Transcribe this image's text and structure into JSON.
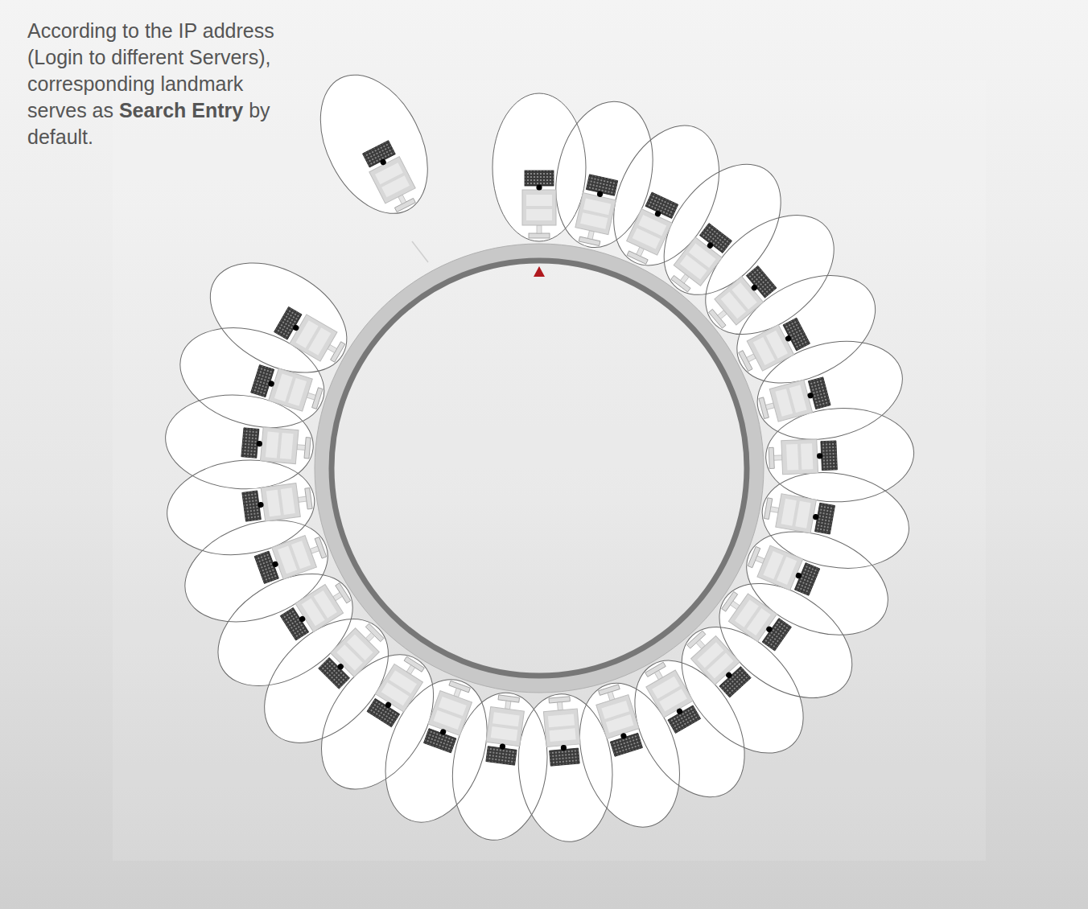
{
  "diagram": {
    "labels": [
      "According to the IP address (Login to different Servers), corresponding landmark serves as",
      "Search Entry",
      "by default."
    ]
  }
}
